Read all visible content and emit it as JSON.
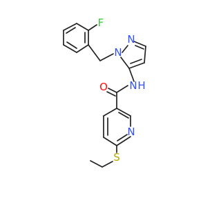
{
  "atoms": {
    "F": {
      "label": "F",
      "color": "#33cc33"
    },
    "N1": {
      "label": "N",
      "color": "#3050f8"
    },
    "N2": {
      "label": "N",
      "color": "#3050f8"
    },
    "NH": {
      "label": "N",
      "color": "#3050f8"
    },
    "H": {
      "label": "H",
      "color": "#3050f8"
    },
    "O": {
      "label": "O",
      "color": "#ff0d0d"
    },
    "Npy": {
      "label": "N",
      "color": "#3050f8"
    },
    "S": {
      "label": "S",
      "color": "#b8a500"
    }
  }
}
